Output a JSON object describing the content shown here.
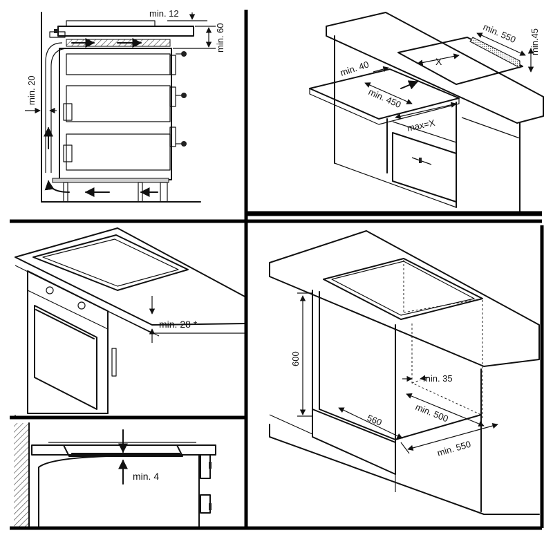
{
  "labels": {
    "min12": "min. 12",
    "min60": "min. 60",
    "min20": "min. 20",
    "min550_top": "min. 550",
    "min45": "min.45",
    "x_top": "X",
    "min40": "min. 40",
    "min450": "min. 450",
    "maxx": "max=X",
    "min28": "min. 28 *",
    "min4": "min. 4",
    "h600": "600",
    "min35": "min. 35",
    "w560": "560",
    "min500": "min. 500",
    "min550_bottom": "min. 550"
  }
}
